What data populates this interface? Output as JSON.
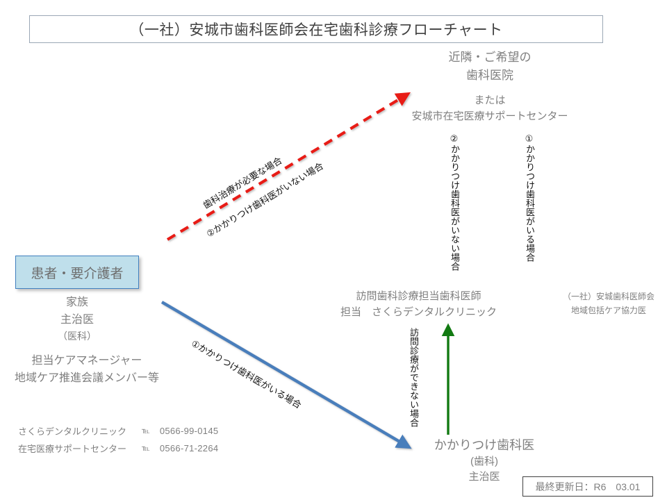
{
  "title": "（一社）安城市歯科医師会在宅歯科診療フローチャート",
  "nodes": {
    "clinic_top": {
      "line1": "近隣・ご希望の",
      "line2": "歯科医院",
      "line3": "または",
      "line4": "安城市在宅医療サポートセンター"
    },
    "patient": {
      "label": "患者・要介護者",
      "sub1": "家族",
      "sub2": "主治医",
      "sub3": "（医科）",
      "sub4": "担当ケアマネージャー",
      "sub5": "地域ケア推進会議メンバー等"
    },
    "home_dental": {
      "line1": "訪問歯科診療担当歯科医師",
      "line2": "担当　さくらデンタルクリニック"
    },
    "association": {
      "line1": "（一社）安城歯科医師会",
      "line2": "地域包括ケア協力医"
    },
    "family_dentist": {
      "line1": "かかりつけ歯科医",
      "line2": "(歯科)",
      "line3": "主治医"
    }
  },
  "edge_labels": {
    "red_diag_upper": "歯科治療が必要な場合",
    "red_diag_lower": "②かかりつけ歯科医がいない場合",
    "blue_diag": "①かかりつけ歯科医がいる場合",
    "red_vertical": "②かかりつけ歯科医がいない場合",
    "blue_vertical": "①かかりつけ歯科医がいる場合",
    "green_vertical": "訪問診療ができない場合"
  },
  "contacts": [
    {
      "name": "さくらデンタルクリニック",
      "tel_label": "℡",
      "number": "0566-99-0145"
    },
    {
      "name": "在宅医療サポートセンター",
      "tel_label": "℡",
      "number": "0566-71-2264"
    }
  ],
  "update": {
    "text": "最終更新日：R6　03.01"
  },
  "colors": {
    "red_arrow": "#e81b18",
    "blue_arrow": "#4a7ebb",
    "green_arrow": "#127a12",
    "patient_fill": "#bfdfeb",
    "patient_border": "#3f7fbf",
    "body_text": "#7f7f7f",
    "title_text": "#3f3f3f"
  }
}
